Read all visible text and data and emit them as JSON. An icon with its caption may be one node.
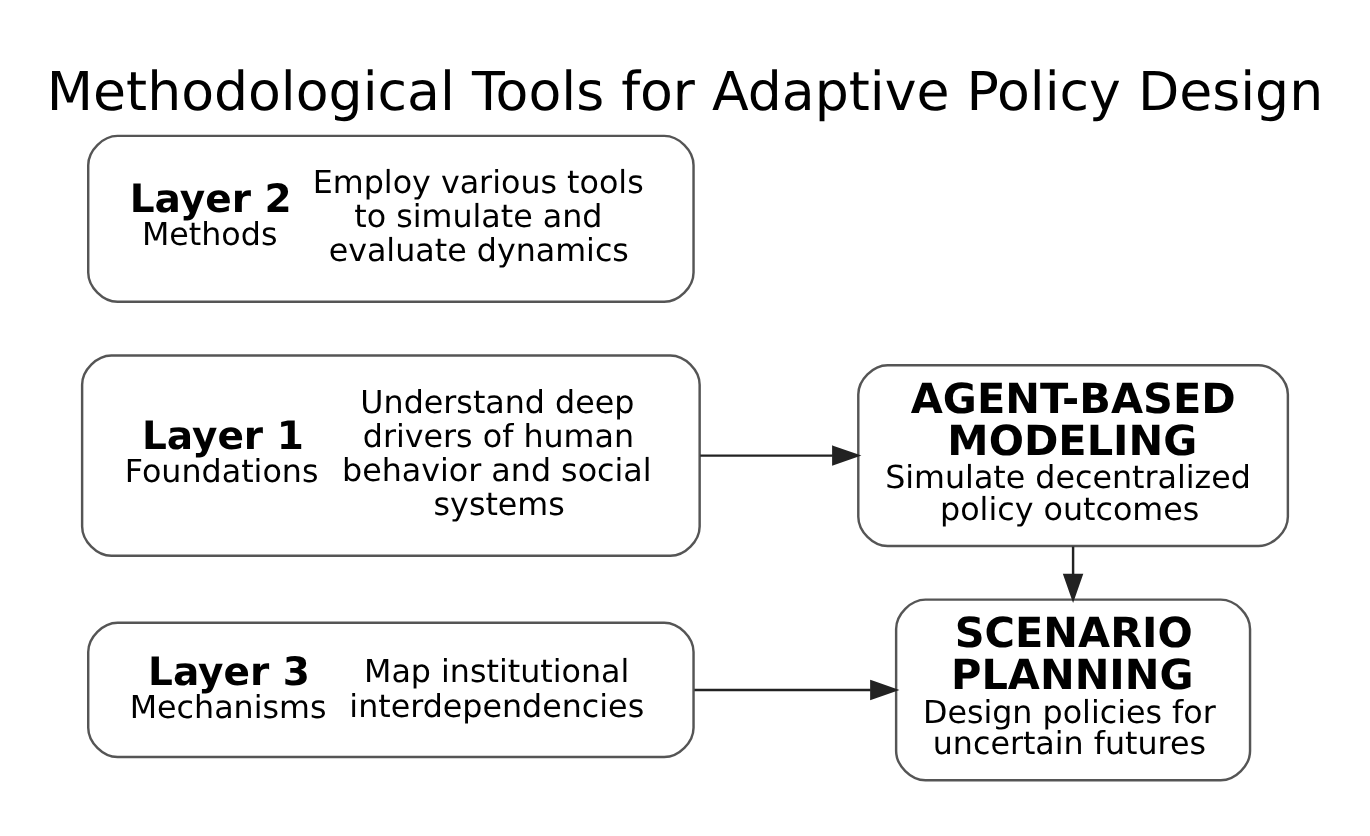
{
  "diagram": {
    "title": "Methodological Tools for Adaptive Policy Design",
    "nodes": [
      {
        "text": [
          "Layer 1",
          "Foundations",
          "Understand deep drivers of human behavior and social systems"
        ]
      },
      {
        "text": [
          "Layer 2",
          "Methods",
          "Employ various tools to simulate and evaluate dynamics"
        ]
      },
      {
        "text": [
          "Layer 3",
          "Mechanisms",
          "Map institutional interdependencies"
        ]
      },
      {
        "text": [
          "AGENT-BASED MODELING",
          "Simulate decentralized policy outcomes"
        ]
      },
      {
        "text": [
          "SCENARIO PLANNING",
          "Design policies for uncertain futures"
        ]
      }
    ],
    "edges": [
      {
        "from": 0,
        "to": 3,
        "arrow": "to"
      },
      {
        "from": 3,
        "to": 4,
        "arrow": "to"
      },
      {
        "from": 2,
        "to": 4,
        "arrow": "to"
      }
    ]
  }
}
